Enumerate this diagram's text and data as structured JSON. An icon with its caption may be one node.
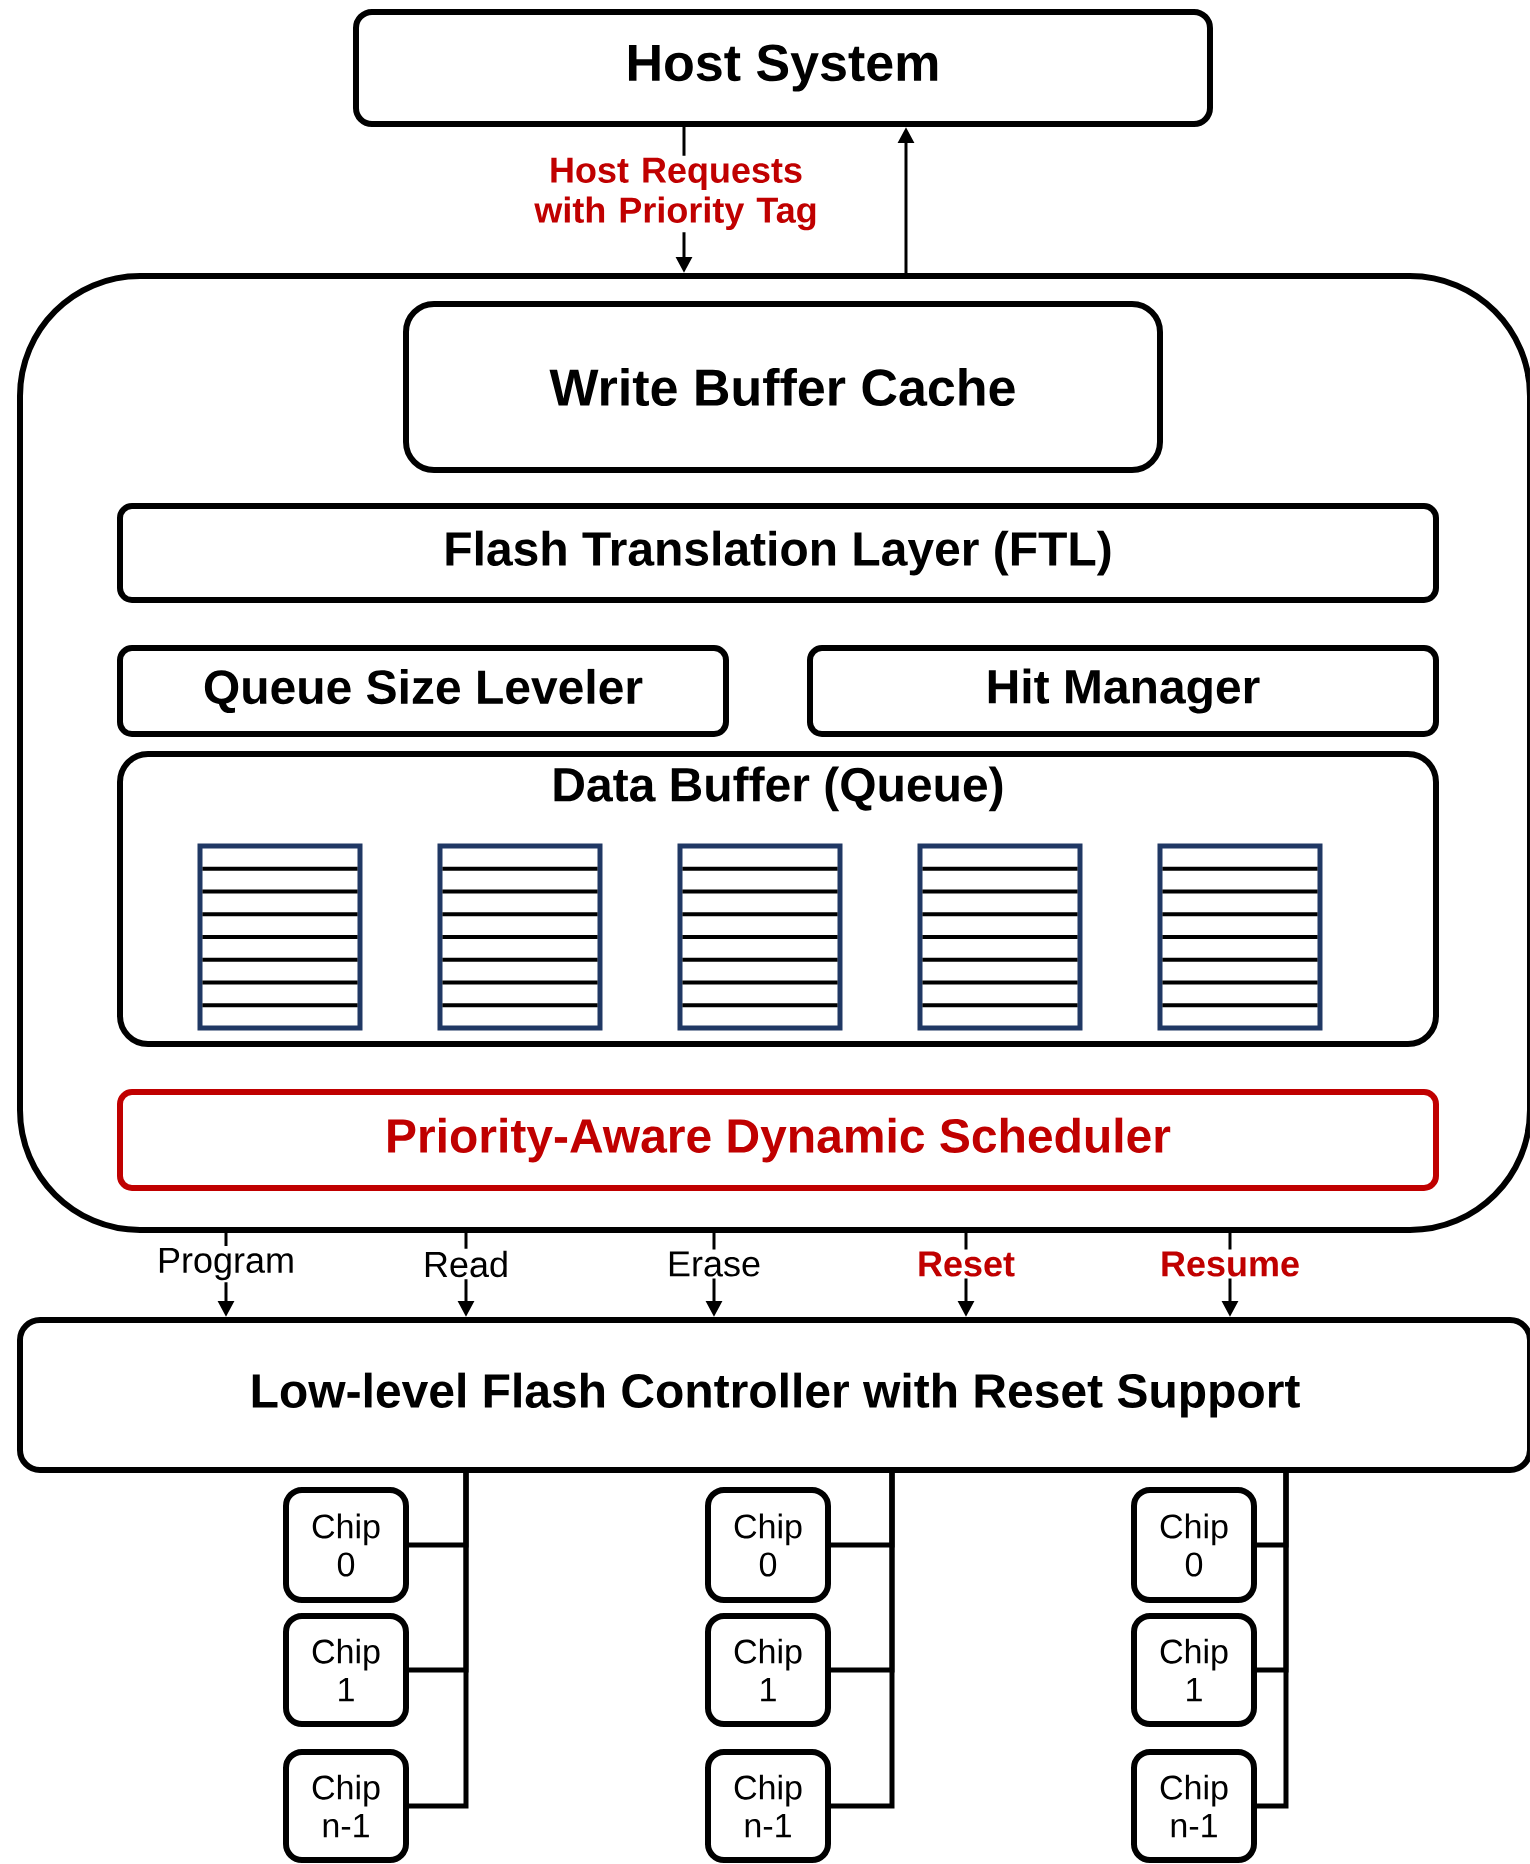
{
  "diagram": {
    "nodes": [
      {
        "text": [
          "Host System"
        ]
      },
      {
        "text": [],
        "shape": "box"
      },
      {
        "text": [
          "Write Buffer Cache"
        ],
        "in": 1
      },
      {
        "text": [
          "Flash Translation Layer (FTL)"
        ],
        "in": 1
      },
      {
        "text": [
          "Queue Size Leveler"
        ],
        "in": 1
      },
      {
        "text": [
          "Hit Manager"
        ],
        "in": 1
      },
      {
        "text": [
          "Data Buffer (Queue)"
        ],
        "in": 1
      },
      {
        "text": [],
        "shape": "box",
        "in": 6
      },
      {
        "text": [],
        "shape": "box",
        "in": 6
      },
      {
        "text": [],
        "shape": "box",
        "in": 6
      },
      {
        "text": [],
        "shape": "box",
        "in": 6
      },
      {
        "text": [],
        "shape": "box",
        "in": 6
      },
      {
        "text": [
          "Priority-Aware Dynamic Scheduler"
        ],
        "in": 1
      },
      {
        "text": [
          "Low-level Flash Controller with Reset Support"
        ]
      },
      {
        "text": [
          "Chip 0"
        ]
      },
      {
        "text": [
          "Chip 1"
        ]
      },
      {
        "text": [
          "Chip n-1"
        ]
      },
      {
        "text": [
          "Chip 0"
        ]
      },
      {
        "text": [
          "Chip 1"
        ]
      },
      {
        "text": [
          "Chip n-1"
        ]
      },
      {
        "text": [
          "Chip 0"
        ]
      },
      {
        "text": [
          "Chip 1"
        ]
      },
      {
        "text": [
          "Chip n-1"
        ]
      }
    ],
    "edges": [
      {
        "from": 0,
        "to": 1,
        "arrow": "to",
        "label": "Host Requests with Priority Tag"
      },
      {
        "from": 1,
        "to": 0,
        "arrow": "to"
      },
      {
        "from": 1,
        "to": 13,
        "arrow": "to",
        "label": "Program"
      },
      {
        "from": 1,
        "to": 13,
        "arrow": "to",
        "label": "Read"
      },
      {
        "from": 1,
        "to": 13,
        "arrow": "to",
        "label": "Erase"
      },
      {
        "from": 1,
        "to": 13,
        "arrow": "to",
        "label": "Reset"
      },
      {
        "from": 1,
        "to": 13,
        "arrow": "to",
        "label": "Resume"
      },
      {
        "from": 13,
        "to": 14,
        "arrow": "none"
      },
      {
        "from": 13,
        "to": 15,
        "arrow": "none"
      },
      {
        "from": 13,
        "to": 16,
        "arrow": "none"
      },
      {
        "from": 13,
        "to": 17,
        "arrow": "none"
      },
      {
        "from": 13,
        "to": 18,
        "arrow": "none"
      },
      {
        "from": 13,
        "to": 19,
        "arrow": "none"
      },
      {
        "from": 13,
        "to": 20,
        "arrow": "none"
      },
      {
        "from": 13,
        "to": 21,
        "arrow": "none"
      },
      {
        "from": 13,
        "to": 22,
        "arrow": "none"
      }
    ]
  }
}
